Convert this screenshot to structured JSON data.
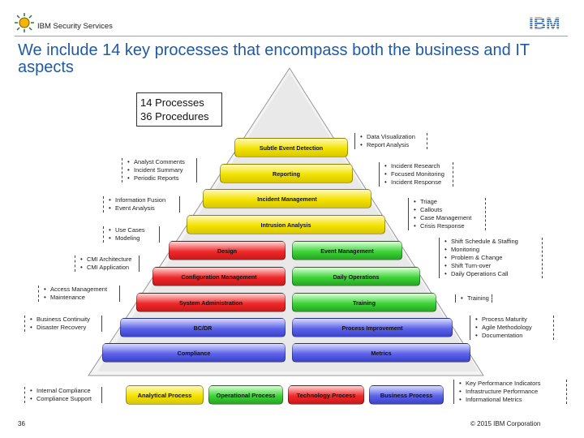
{
  "header": {
    "text": "IBM Security Services",
    "brand": "IBM"
  },
  "title": "We include 14 key processes that encompass both the business and IT aspects",
  "pyramid": {
    "tip_line1": "14 Processes",
    "tip_line2": "36 Procedures",
    "levels": [
      {
        "left": "Subtle Event Detection"
      },
      {
        "left": "Reporting"
      },
      {
        "left": "Incident Management"
      },
      {
        "left": "Intrusion Analysis"
      },
      {
        "left": "Design",
        "right": "Event Management"
      },
      {
        "left": "Configuration Management",
        "right": "Daily Operations"
      },
      {
        "left": "System Administration",
        "right": "Training"
      },
      {
        "left": "BC/DR",
        "right": "Process Improvement"
      },
      {
        "left": "Compliance",
        "right": "Metrics"
      }
    ]
  },
  "legend": [
    {
      "label": "Analytical Process",
      "color": "#f3e300"
    },
    {
      "label": "Operational Process",
      "color": "#3fd43a"
    },
    {
      "label": "Technology Process",
      "color": "#f02a2a"
    },
    {
      "label": "Business Process",
      "color": "#5d63ea"
    }
  ],
  "callouts": {
    "left": [
      [
        "Analyst Comments",
        "Incident Summary",
        "Periodic Reports"
      ],
      [
        "Information Fusion",
        "Event Analysis"
      ],
      [
        "Use Cases",
        "Modeling"
      ],
      [
        "CMI Architecture",
        "CMI Application"
      ],
      [
        "Access Management",
        "Maintenance"
      ],
      [
        "Business Continuity",
        "Disaster Recovery"
      ],
      [
        "Internal Compliance",
        "Compliance Support"
      ]
    ],
    "right": [
      [
        "Data Visualization",
        "Report Analysis"
      ],
      [
        "Incident Research",
        "Focused Monitoring",
        "Incident Response"
      ],
      [
        "Triage",
        "Callouts",
        "Case Management",
        "Crisis Response"
      ],
      [
        "Shift Schedule & Staffing",
        "Monitoring",
        "Problem & Change",
        "Shift Turn-over",
        "Daily Operations Call"
      ],
      [
        "Training"
      ],
      [
        "Process Maturity",
        "Agile Methodology",
        "Documentation"
      ],
      [
        "Key Performance Indicators",
        "Infrastructure Performance",
        "Informational Metrics"
      ]
    ]
  },
  "footer": {
    "page": "36",
    "copyright": "© 2015 IBM Corporation"
  }
}
